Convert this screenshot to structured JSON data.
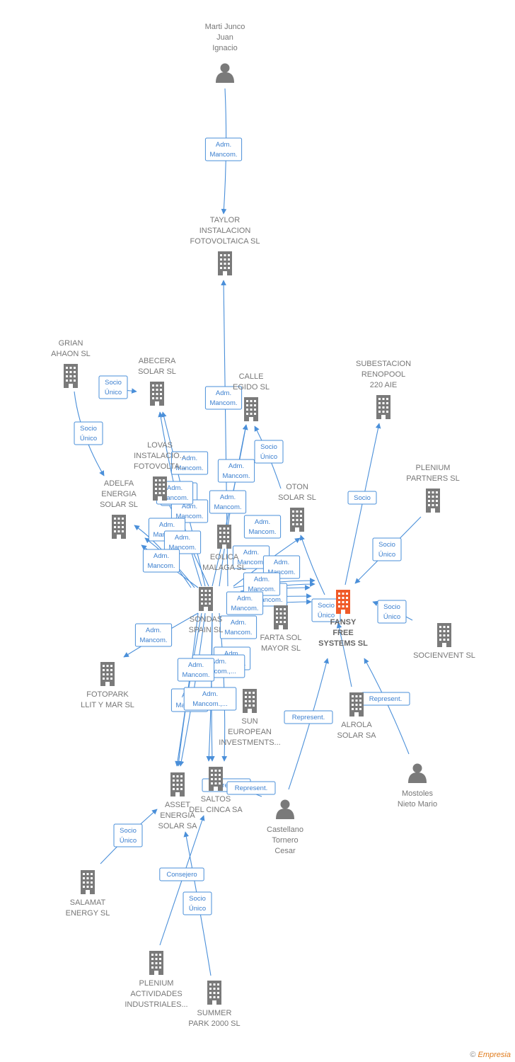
{
  "colors": {
    "edge": "#4a8fd9",
    "company": "#7a7a7a",
    "focus": "#f05a28",
    "person": "#7a7a7a"
  },
  "footer": {
    "copyright": "©",
    "brand": "Empresia"
  },
  "nodes": [
    {
      "id": "marti",
      "type": "person",
      "label": [
        "Marti Junco",
        "Juan",
        "Ignacio"
      ]
    },
    {
      "id": "taylor",
      "type": "company",
      "label": [
        "TAYLOR",
        "INSTALACION",
        "FOTOVOLTAICA SL"
      ]
    },
    {
      "id": "grian",
      "type": "company",
      "label": [
        "GRIAN",
        "AHAON SL"
      ]
    },
    {
      "id": "abecera",
      "type": "company",
      "label": [
        "ABECERA",
        "SOLAR SL"
      ]
    },
    {
      "id": "calle",
      "type": "company",
      "label": [
        "CALLE",
        "EGIDO SL"
      ]
    },
    {
      "id": "subestacion",
      "type": "company",
      "label": [
        "SUBESTACION",
        "RENOPOOL",
        "220 AIE"
      ]
    },
    {
      "id": "lovas",
      "type": "company",
      "label": [
        "LOVAS",
        "INSTALACIO...",
        "FOTOVOLTA..."
      ]
    },
    {
      "id": "adelfa",
      "type": "company",
      "label": [
        "ADELFA",
        "ENERGIA",
        "SOLAR SL"
      ]
    },
    {
      "id": "oton",
      "type": "company",
      "label": [
        "OTON",
        "SOLAR SL"
      ]
    },
    {
      "id": "plenium_partners",
      "type": "company",
      "label": [
        "PLENIUM",
        "PARTNERS SL"
      ]
    },
    {
      "id": "eolica",
      "type": "company",
      "label": [
        "EOLICA",
        "MALAGA SL"
      ]
    },
    {
      "id": "sondas",
      "type": "company",
      "label": [
        "SONDAS",
        "SPAIN SL"
      ]
    },
    {
      "id": "farta",
      "type": "company",
      "label": [
        "FARTA SOL",
        "MAYOR SL"
      ]
    },
    {
      "id": "fansy",
      "type": "focus",
      "label": [
        "FANSY",
        "FREE",
        "SYSTEMS SL"
      ]
    },
    {
      "id": "socienvent",
      "type": "company",
      "label": [
        "SOCIENVENT SL"
      ]
    },
    {
      "id": "fotopark",
      "type": "company",
      "label": [
        "FOTOPARK",
        "LLIT Y MAR SL"
      ]
    },
    {
      "id": "sun",
      "type": "company",
      "label": [
        "SUN",
        "EUROPEAN",
        "INVESTMENTS..."
      ]
    },
    {
      "id": "alrola",
      "type": "company",
      "label": [
        "ALROLA",
        "SOLAR SA"
      ]
    },
    {
      "id": "mostoles",
      "type": "person",
      "label": [
        "Mostoles",
        "Nieto Mario"
      ]
    },
    {
      "id": "asset",
      "type": "company",
      "label": [
        "ASSET",
        "ENERGIA",
        "SOLAR SA"
      ]
    },
    {
      "id": "saltos",
      "type": "company",
      "label": [
        "SALTOS",
        "DEL CINCA SA"
      ]
    },
    {
      "id": "castellano",
      "type": "person",
      "label": [
        "Castellano",
        "Tornero",
        "Cesar"
      ]
    },
    {
      "id": "salamat",
      "type": "company",
      "label": [
        "SALAMAT",
        "ENERGY SL"
      ]
    },
    {
      "id": "plenium_act",
      "type": "company",
      "label": [
        "PLENIUM",
        "ACTIVIDADES",
        "INDUSTRIALES..."
      ]
    },
    {
      "id": "summer",
      "type": "company",
      "label": [
        "SUMMER",
        "PARK 2000 SL"
      ]
    }
  ],
  "edge_labels": [
    [
      "Adm.",
      "Mancom."
    ],
    [
      "Socio",
      "Único"
    ],
    [
      "Socio",
      "Único"
    ],
    [
      "Adm.",
      "Mancom."
    ],
    [
      "Socio",
      "Único"
    ],
    [
      "Adm.",
      "Mancom."
    ],
    [
      "Adm.",
      "Mancom."
    ],
    [
      "Adm.",
      "Mancom."
    ],
    [
      "Adm.",
      "Mancom."
    ],
    [
      "Adm.",
      "Mancom."
    ],
    [
      "Adm.",
      "Mancom."
    ],
    [
      "Adm.",
      "Mancom."
    ],
    [
      "Adm.",
      "Mancom."
    ],
    [
      "Adm.",
      "Mancom."
    ],
    [
      "Socio"
    ],
    [
      "Socio",
      "Único"
    ],
    [
      "Adm.",
      "Mancom."
    ],
    [
      "Adm.",
      "Mancom."
    ],
    [
      "Adm.",
      "Mancom."
    ],
    [
      "Adm.",
      "Mancom."
    ],
    [
      "Adm.",
      "Mancom."
    ],
    [
      "Socio",
      "Único"
    ],
    [
      "Socio",
      "Único"
    ],
    [
      "Adm.",
      "Mancom."
    ],
    [
      "Adm.",
      "Mancom."
    ],
    [
      "Adm.",
      "Mancom."
    ],
    [
      "Adm.",
      "Mancom.,..."
    ],
    [
      "Adm.",
      "Mancom."
    ],
    [
      "Adm.",
      "Mancom.,..."
    ],
    [
      "Adm.",
      "Mancom."
    ],
    [
      "Represent."
    ],
    [
      "Represent."
    ],
    [
      "Represent."
    ],
    [
      "Represent."
    ],
    [
      "Socio",
      "Único"
    ],
    [
      "Consejero"
    ],
    [
      "Socio",
      "Único"
    ],
    [
      "Adm.",
      "Mancom."
    ]
  ]
}
